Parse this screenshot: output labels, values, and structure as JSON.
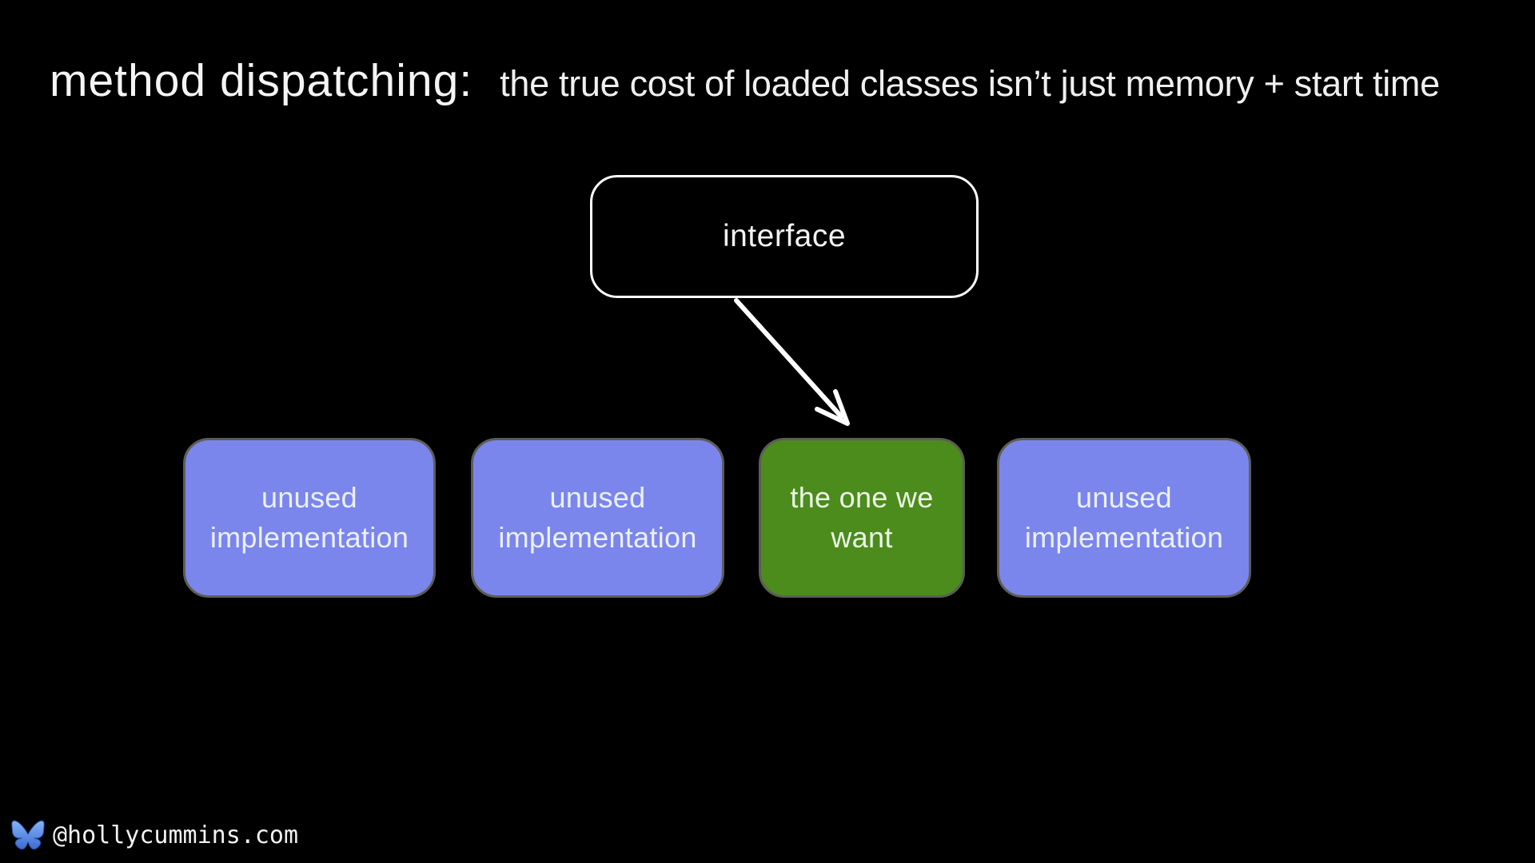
{
  "slide": {
    "title": "method dispatching:",
    "subtitle": "the true cost of loaded classes isn’t just memory + start time"
  },
  "diagram": {
    "interface_box": {
      "label": "interface"
    },
    "arrow": {
      "meaning": "interface dispatches to the chosen implementation"
    },
    "implementations": [
      {
        "line1": "unused",
        "line2": "implementation",
        "highlighted": false
      },
      {
        "line1": "unused",
        "line2": "implementation",
        "highlighted": false
      },
      {
        "line1": "the one we",
        "line2": "want",
        "highlighted": true
      },
      {
        "line1": "unused",
        "line2": "implementation",
        "highlighted": false
      }
    ],
    "colors": {
      "background": "#000000",
      "unused_fill": "#7b86ec",
      "highlight_fill": "#4b8c1d",
      "box_border": "#5d5d57",
      "interface_border": "#ffffff",
      "arrow": "#ffffff",
      "bluesky_blue": "#5b8df0"
    }
  },
  "footer": {
    "icon": "bluesky-butterfly-icon",
    "handle": "@hollycummins.com"
  }
}
